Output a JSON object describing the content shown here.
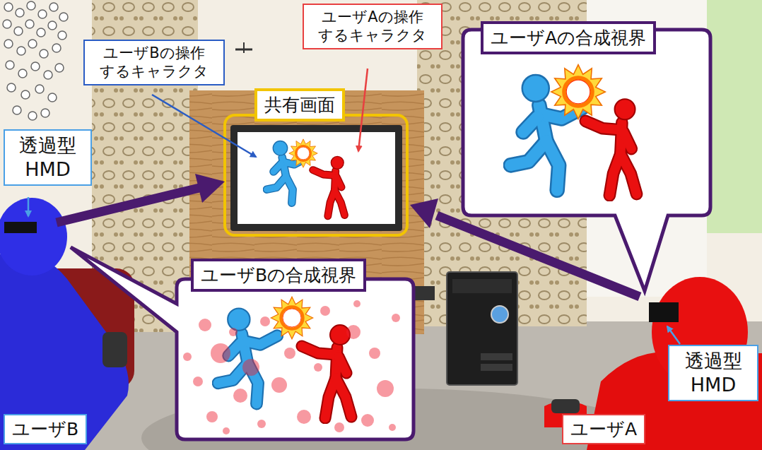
{
  "diagram": {
    "nodes": [
      {
        "text": [
          "ユーザAの操作 するキャラクタ"
        ]
      },
      {
        "text": [
          "ユーザAの合成視界"
        ]
      },
      {
        "text": [
          "ユーザBの操作 するキャラクタ"
        ]
      },
      {
        "text": [
          "共有画面"
        ]
      },
      {
        "text": [
          "透過型 HMD"
        ]
      },
      {
        "text": [
          "ユーザBの合成視界"
        ]
      },
      {
        "text": [
          "透過型 HMD"
        ]
      },
      {
        "text": [
          "ユーザB"
        ]
      },
      {
        "text": [
          "ユーザA"
        ]
      }
    ]
  }
}
